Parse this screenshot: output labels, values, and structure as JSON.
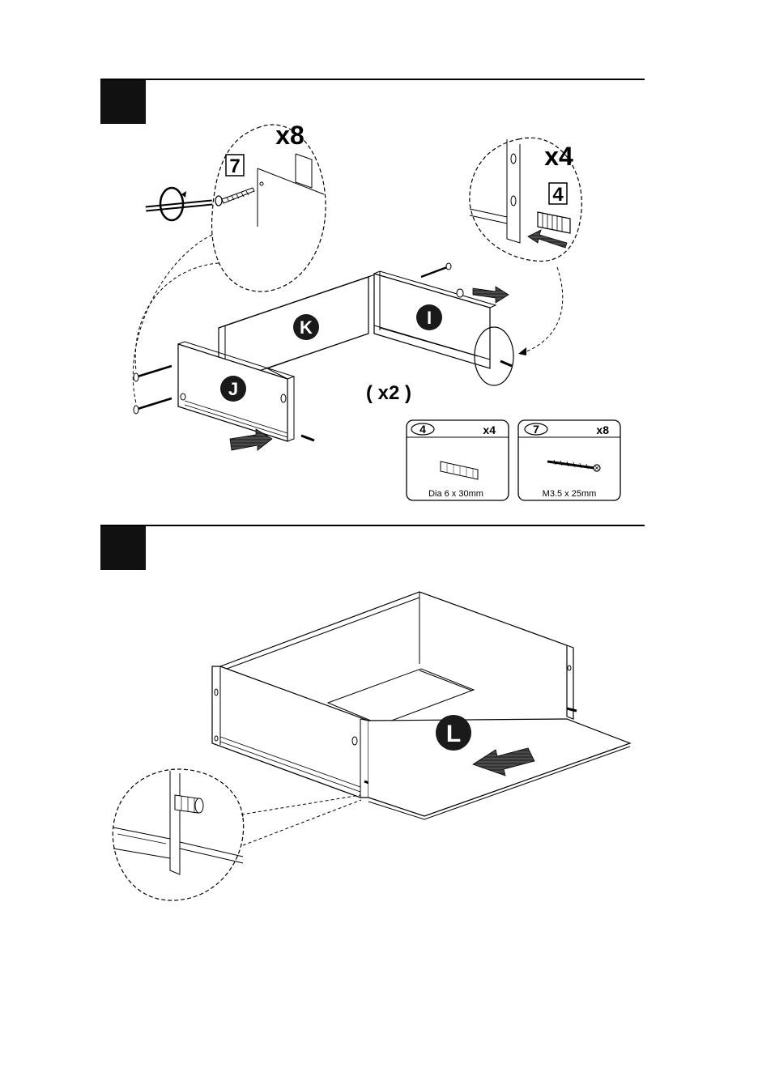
{
  "step1": {
    "screw_multiplier": "x8",
    "screw_part_number": "7",
    "dowel_multiplier": "x4",
    "dowel_part_number": "4",
    "panel_labels": {
      "k": "K",
      "i": "I",
      "j": "J"
    },
    "repeat_note": "( x2 )"
  },
  "parts_boxes": [
    {
      "part_number": "4",
      "quantity": "x4",
      "size": "Dia 6 x 30mm",
      "icon": "dowel-icon"
    },
    {
      "part_number": "7",
      "quantity": "x8",
      "size": "M3.5 x 25mm",
      "icon": "screw-icon"
    }
  ],
  "step2": {
    "panel_label": "L"
  },
  "colors": {
    "ink": "#000000",
    "paper": "#ffffff",
    "badge": "#1a1a1a",
    "step_block": "#111111"
  }
}
